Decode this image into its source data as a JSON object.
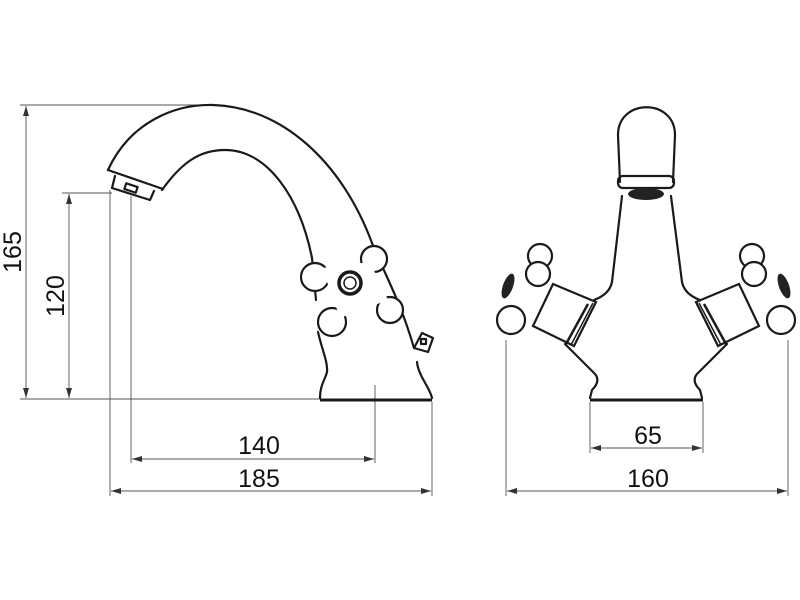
{
  "title": "Basin mixer tap dimension drawing",
  "side_view": {
    "dimensions": {
      "overall_height": "165",
      "spout_height": "120",
      "spout_reach": "140",
      "overall_depth": "185"
    }
  },
  "front_view": {
    "dimensions": {
      "base_width": "65",
      "overall_width": "160"
    }
  },
  "colors": {
    "line": "#1a1a1a",
    "dimension": "#555555",
    "background": "#ffffff"
  }
}
